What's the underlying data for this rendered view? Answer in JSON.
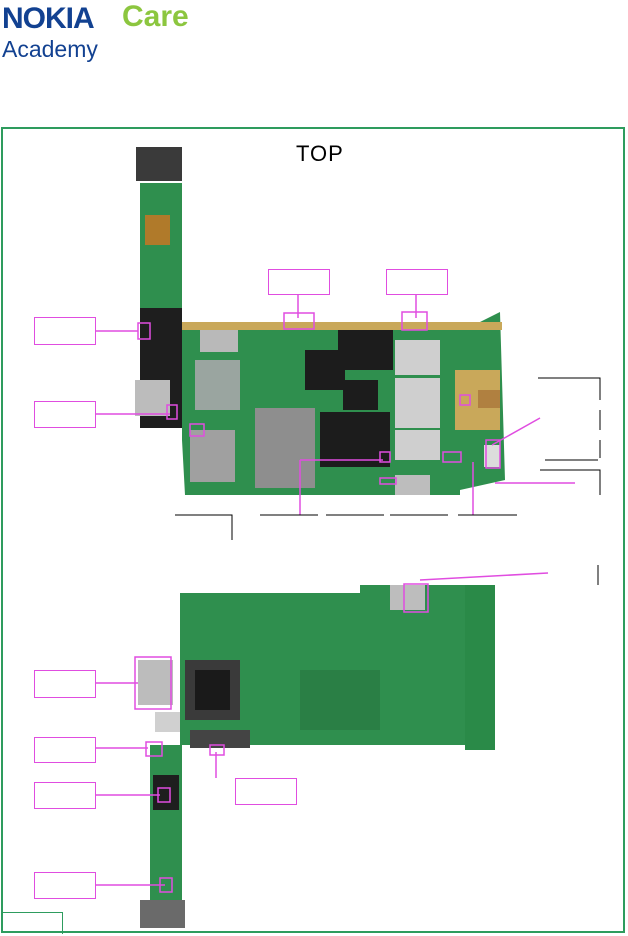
{
  "header": {
    "brand": "NOKIA",
    "brand_suffix": "Care",
    "subtitle": "Academy"
  },
  "diagram": {
    "side_label": "TOP"
  },
  "colors": {
    "brand_blue": "#124191",
    "brand_green": "#8cc63f",
    "frame_green": "#2e9c5e",
    "callout_magenta": "#e04de0",
    "pcb_green": "#2f8f4e",
    "pcb_gold": "#c9a85a"
  }
}
